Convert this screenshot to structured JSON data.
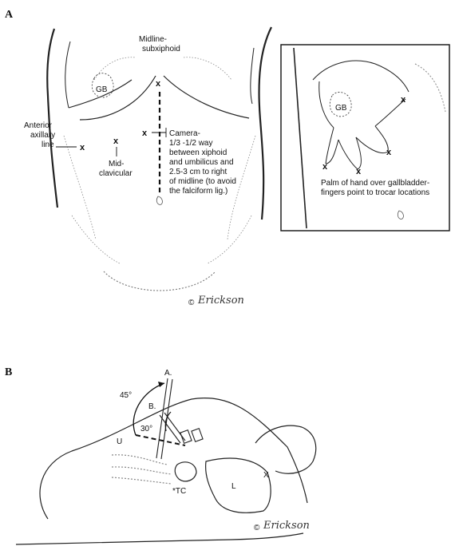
{
  "panel_a": {
    "letter": "A",
    "midline_label": [
      "Midline-",
      "subxiphoid"
    ],
    "gb_label": "GB",
    "axillary_label": [
      "Anterior",
      "axillary",
      "line"
    ],
    "midclavicular_label": [
      "Mid-",
      "clavicular"
    ],
    "camera_label": [
      "Camera-",
      "1/3 -1/2 way",
      "between xiphoid",
      "and umbilicus and",
      "2.5-3 cm to right",
      "of midline (to avoid",
      "the falciform lig.)"
    ],
    "x_mark": "x",
    "copyright": "©",
    "signature": "Erickson",
    "inset": {
      "gb_label": "GB",
      "caption": [
        "Palm of hand over gallbladder-",
        "fingers point to trocar locations"
      ]
    }
  },
  "panel_b": {
    "letter": "B",
    "label_a": "A.",
    "label_b": "B.",
    "angle_45": "45°",
    "angle_30": "30°",
    "label_u": "U",
    "label_tc": "*TC",
    "label_l": "L",
    "label_x": "X",
    "copyright": "©",
    "signature": "Erickson"
  }
}
